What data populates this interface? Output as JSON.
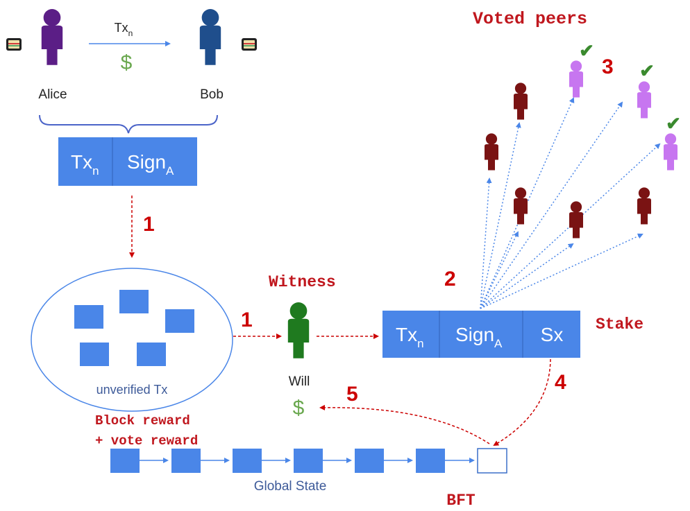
{
  "colors": {
    "box": "#4a86e8",
    "arrow_red": "#cc0000",
    "label_red": "#c0171e",
    "alice": "#5b1e86",
    "bob": "#1f4e8c",
    "witness": "#1f7a1f",
    "peer": "#7a1313",
    "voted_peer": "#c776f0",
    "check": "#3a8a2e",
    "dollar": "#6aa84f",
    "arrow_blue": "#4a86e8",
    "ellipse": "#4a86e8"
  },
  "transfer": {
    "sender": "Alice",
    "receiver": "Bob",
    "tx": "Tx",
    "tx_sub": "n",
    "amount_symbol": "$"
  },
  "signed_tx": {
    "tx": "Tx",
    "tx_sub": "n",
    "sign": "Sign",
    "sign_sub": "A"
  },
  "pool": {
    "label": "unverified Tx"
  },
  "witness": {
    "title": "Witness",
    "name": "Will",
    "reward_symbol": "$"
  },
  "stake_block": {
    "tx": "Tx",
    "tx_sub": "n",
    "sign": "Sign",
    "sign_sub": "A",
    "stake": "Sx",
    "label": "Stake"
  },
  "peers": {
    "title": "Voted peers",
    "check": "✔"
  },
  "steps": {
    "s1a": "1",
    "s1b": "1",
    "s2": "2",
    "s3": "3",
    "s4": "4",
    "s5": "5"
  },
  "reward": {
    "line1": "Block reward",
    "line2": "+ vote reward"
  },
  "chain": {
    "label": "Global State",
    "bft": "BFT"
  },
  "icons": {
    "wallet": "wallet-icon",
    "person": "person-icon",
    "checkmark": "checkmark-icon",
    "dollar": "dollar-icon"
  }
}
